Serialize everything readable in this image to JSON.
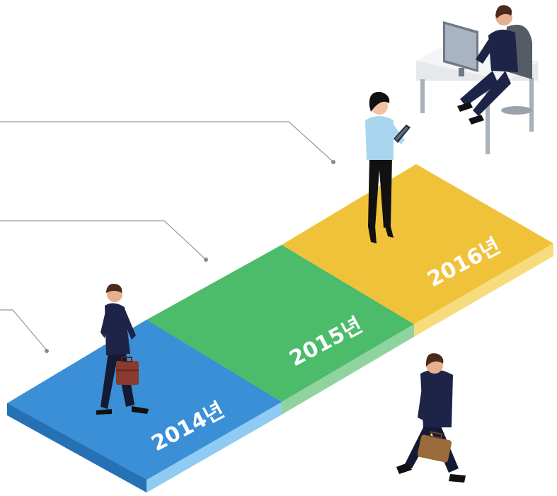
{
  "timeline": {
    "steps": [
      {
        "label": "2014년",
        "color": "#3a8fd6"
      },
      {
        "label": "2015년",
        "color": "#4cbb6a"
      },
      {
        "label": "2016년",
        "color": "#f0c23a"
      }
    ]
  },
  "figures": [
    {
      "icon": "businessman-walking-briefcase-icon"
    },
    {
      "icon": "businesswoman-tablet-icon"
    },
    {
      "icon": "man-at-computer-desk-icon"
    },
    {
      "icon": "businessman-walking-away-icon"
    }
  ]
}
